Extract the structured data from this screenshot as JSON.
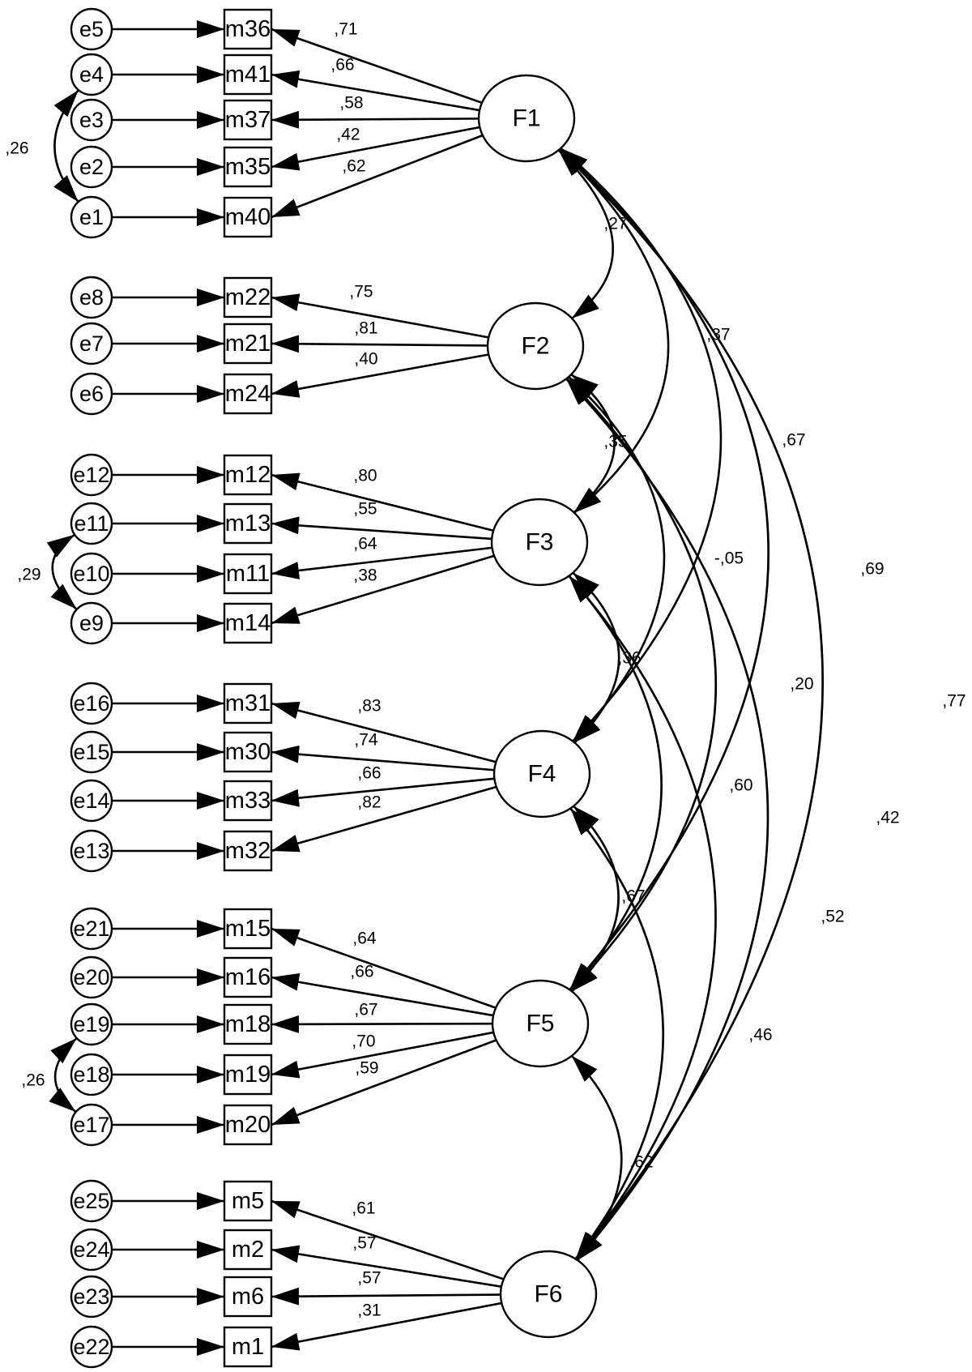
{
  "factors": [
    "F1",
    "F2",
    "F3",
    "F4",
    "F5",
    "F6"
  ],
  "items": [
    "m36",
    "m41",
    "m37",
    "m35",
    "m40",
    "m22",
    "m21",
    "m24",
    "m12",
    "m13",
    "m11",
    "m14",
    "m31",
    "m30",
    "m33",
    "m32",
    "m15",
    "m16",
    "m18",
    "m19",
    "m20",
    "m5",
    "m2",
    "m6",
    "m1"
  ],
  "errors": [
    "e5",
    "e4",
    "e3",
    "e2",
    "e1",
    "e8",
    "e7",
    "e6",
    "e12",
    "e11",
    "e10",
    "e9",
    "e16",
    "e15",
    "e14",
    "e13",
    "e21",
    "e20",
    "e19",
    "e18",
    "e17",
    "e25",
    "e24",
    "e23",
    "e22"
  ],
  "loadings": [
    {
      "factor": "F1",
      "item": "m36",
      "value": ",71"
    },
    {
      "factor": "F1",
      "item": "m41",
      "value": ",66"
    },
    {
      "factor": "F1",
      "item": "m37",
      "value": ",58"
    },
    {
      "factor": "F1",
      "item": "m35",
      "value": ",42"
    },
    {
      "factor": "F1",
      "item": "m40",
      "value": ",62"
    },
    {
      "factor": "F2",
      "item": "m22",
      "value": ",75"
    },
    {
      "factor": "F2",
      "item": "m21",
      "value": ",81"
    },
    {
      "factor": "F2",
      "item": "m24",
      "value": ",40"
    },
    {
      "factor": "F3",
      "item": "m12",
      "value": ",80"
    },
    {
      "factor": "F3",
      "item": "m13",
      "value": ",55"
    },
    {
      "factor": "F3",
      "item": "m11",
      "value": ",64"
    },
    {
      "factor": "F3",
      "item": "m14",
      "value": ",38"
    },
    {
      "factor": "F4",
      "item": "m31",
      "value": ",83"
    },
    {
      "factor": "F4",
      "item": "m30",
      "value": ",74"
    },
    {
      "factor": "F4",
      "item": "m33",
      "value": ",66"
    },
    {
      "factor": "F4",
      "item": "m32",
      "value": ",82"
    },
    {
      "factor": "F5",
      "item": "m15",
      "value": ",64"
    },
    {
      "factor": "F5",
      "item": "m16",
      "value": ",66"
    },
    {
      "factor": "F5",
      "item": "m18",
      "value": ",67"
    },
    {
      "factor": "F5",
      "item": "m19",
      "value": ",70"
    },
    {
      "factor": "F5",
      "item": "m20",
      "value": ",59"
    },
    {
      "factor": "F6",
      "item": "m5",
      "value": ",61"
    },
    {
      "factor": "F6",
      "item": "m2",
      "value": ",57"
    },
    {
      "factor": "F6",
      "item": "m6",
      "value": ",57"
    },
    {
      "factor": "F6",
      "item": "m1",
      "value": ",31"
    }
  ],
  "error_covariances": [
    {
      "from": "e4",
      "to": "e1",
      "value": ",26"
    },
    {
      "from": "e11",
      "to": "e9",
      "value": ",29"
    },
    {
      "from": "e19",
      "to": "e17",
      "value": ",26"
    }
  ],
  "factor_correlations": [
    {
      "from": "F1",
      "to": "F2",
      "value": ",27"
    },
    {
      "from": "F1",
      "to": "F3",
      "value": ",37"
    },
    {
      "from": "F1",
      "to": "F4",
      "value": ",67"
    },
    {
      "from": "F1",
      "to": "F5",
      "value": ",69"
    },
    {
      "from": "F1",
      "to": "F6",
      "value": ",77"
    },
    {
      "from": "F2",
      "to": "F3",
      "value": ",35"
    },
    {
      "from": "F2",
      "to": "F4",
      "value": "-,05"
    },
    {
      "from": "F2",
      "to": "F5",
      "value": ",20"
    },
    {
      "from": "F2",
      "to": "F6",
      "value": ",42"
    },
    {
      "from": "F3",
      "to": "F4",
      "value": ",36"
    },
    {
      "from": "F3",
      "to": "F5",
      "value": ",60"
    },
    {
      "from": "F3",
      "to": "F6",
      "value": ",52"
    },
    {
      "from": "F4",
      "to": "F5",
      "value": ",67"
    },
    {
      "from": "F4",
      "to": "F6",
      "value": ",46"
    },
    {
      "from": "F5",
      "to": "F6",
      "value": ",62"
    }
  ]
}
